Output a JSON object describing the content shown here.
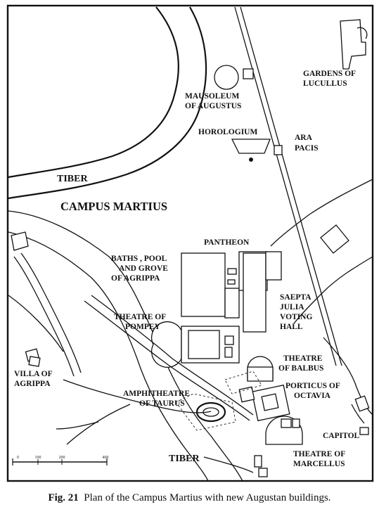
{
  "labels": {
    "mausoleum_1": "MAUSOLEUM",
    "mausoleum_2": "OF AUGUSTUS",
    "gardens_1": "GARDENS OF",
    "gardens_2": "LUCULLUS",
    "horologium": "HOROLOGIUM",
    "ara_1": "ARA",
    "ara_2": "PACIS",
    "tiber_north": "TIBER",
    "campus": "CAMPUS MARTIUS",
    "pantheon": "PANTHEON",
    "baths_1": "BATHS , POOL",
    "baths_2": "AND GROVE",
    "baths_3": "OF AGRIPPA",
    "saepta_1": "SAEPTA",
    "saepta_2": "JULIA",
    "saepta_3": "VOTING",
    "saepta_4": "HALL",
    "pompey_1": "THEATRE OF",
    "pompey_2": "POMPEY",
    "balbus_1": "THEATRE",
    "balbus_2": "OF BALBUS",
    "villa_1": "VILLA OF",
    "villa_2": "AGRIPPA",
    "amph_1": "AMPHITHEATRE",
    "amph_2": "OF TAURUS",
    "porticus_1": "PORTICUS OF",
    "porticus_2": "OCTAVIA",
    "capitol": "CAPITOL",
    "tiber_south": "TIBER",
    "marcellus_1": "THEATRE OF",
    "marcellus_2": "MARCELLUS"
  },
  "scale": {
    "ticks": [
      "0",
      "100",
      "200",
      "400"
    ]
  },
  "caption": {
    "prefix": "Fig. 21",
    "text": "Plan of the Campus Martius with new Augustan buildings."
  }
}
